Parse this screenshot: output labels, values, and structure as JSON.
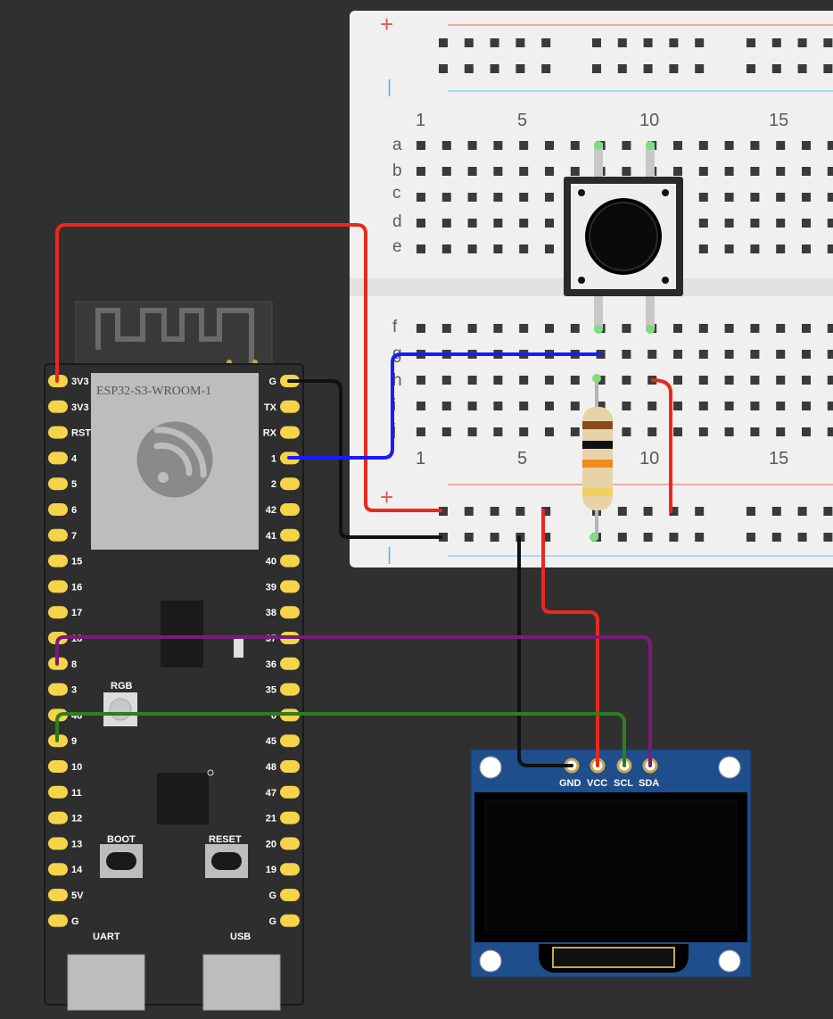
{
  "breadboard": {
    "plus_sign": "+",
    "minus_sign": "|",
    "column_numbers": [
      "1",
      "5",
      "10",
      "15"
    ],
    "row_letters_top": [
      "a",
      "b",
      "c",
      "d",
      "e"
    ],
    "row_letters_bottom": [
      "f",
      "g",
      "h",
      "i",
      "j"
    ]
  },
  "esp32": {
    "module_label": "ESP32-S3-WROOM-1",
    "left_pins": [
      "3V3",
      "3V3",
      "RST",
      "4",
      "5",
      "6",
      "7",
      "15",
      "16",
      "17",
      "18",
      "8",
      "3",
      "46",
      "9",
      "10",
      "11",
      "12",
      "13",
      "14",
      "5V",
      "G"
    ],
    "right_pins": [
      "G",
      "TX",
      "RX",
      "1",
      "2",
      "42",
      "41",
      "40",
      "39",
      "38",
      "37",
      "36",
      "35",
      "0",
      "45",
      "48",
      "47",
      "21",
      "20",
      "19",
      "G",
      "G"
    ],
    "rgb_label": "RGB",
    "boot_label": "BOOT",
    "reset_label": "RESET",
    "uart_label": "UART",
    "usb_label": "USB"
  },
  "oled": {
    "pins": [
      "GND",
      "VCC",
      "SCL",
      "SDA"
    ]
  },
  "colors": {
    "background": "#303030",
    "wire_red": "#e8291c",
    "wire_black": "#111111",
    "wire_blue": "#1a1aff",
    "wire_purple": "#7a1a7a",
    "wire_green": "#2e7d1e",
    "pin_yellow": "#f5d44a",
    "board": "#2e2e2e",
    "oled_pcb": "#1f4e8c"
  }
}
